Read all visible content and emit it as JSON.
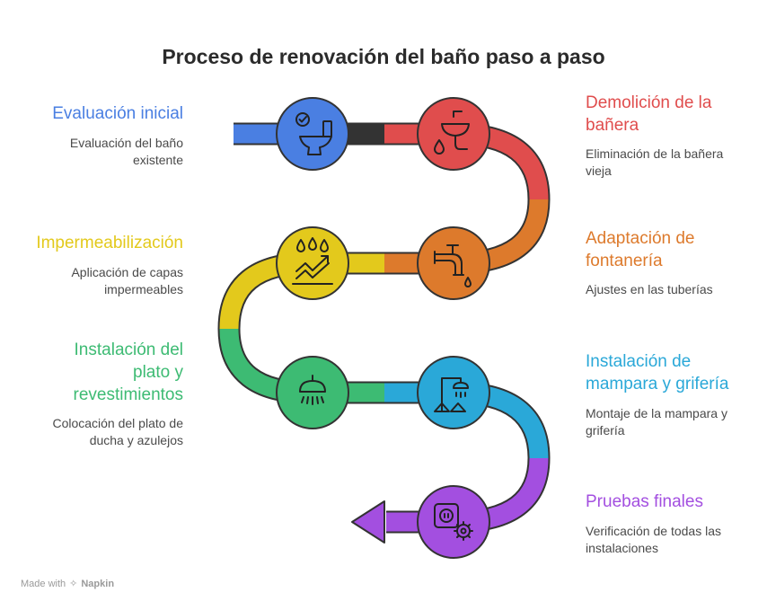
{
  "title": "Proceso de renovación del baño paso a paso",
  "steps": [
    {
      "title": "Evaluación inicial",
      "desc": "Evaluación del baño existente",
      "color": "#4a7fe2",
      "icon": "toilet-check-icon"
    },
    {
      "title": "Demolición de la bañera",
      "desc": "Eliminación de la bañera vieja",
      "color": "#e04d4d",
      "icon": "sink-drops-icon"
    },
    {
      "title": "Adaptación de fontanería",
      "desc": "Ajustes en las tuberías",
      "color": "#dd7a2c",
      "icon": "pipes-icon"
    },
    {
      "title": "Impermeabilización",
      "desc": "Aplicación de capas impermeables",
      "color": "#e3c91c",
      "icon": "waterproofing-icon"
    },
    {
      "title": "Instalación del plato y revestimientos",
      "desc": "Colocación del plato de ducha y azulejos",
      "color": "#3dbb73",
      "icon": "shower-head-icon"
    },
    {
      "title": "Instalación de mampara y grifería",
      "desc": "Montaje de la mampara y grifería",
      "color": "#2aa8d8",
      "icon": "shower-faucet-icon"
    },
    {
      "title": "Pruebas finales",
      "desc": "Verificación de todas las instalaciones",
      "color": "#a34fe0",
      "icon": "outlet-gear-icon"
    }
  ],
  "footer": {
    "made_with": "Made with",
    "brand": "Napkin"
  }
}
